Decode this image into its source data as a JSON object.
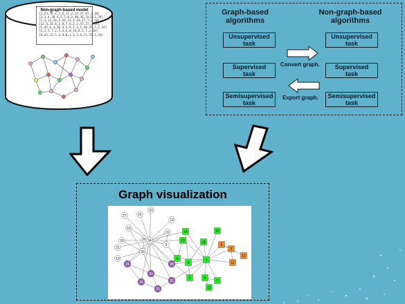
{
  "colors": {
    "background": "#5fb1cc",
    "ink": "#0b1b26",
    "green_node": "#22ee22",
    "orange_node": "#e88a2a",
    "purple_node": "#8f5bab"
  },
  "database": {
    "doc_title": "Non-graph-based model",
    "doc_lines": [
      "[1,23,34,4,5,6,17,2,24,37,87,2,34]",
      "[2,3,4,28,4,3,5,8,2,48,36,33,8,3,34]",
      "[1,3,23,34,4,36,12,3,34,27,7,2,34]",
      "[12,4,26,4,2,8,7,8,2,3,47,27,2,34]",
      "[5,45,6,3,36,4,5,8,1,3,5,34,37,7,2,34]",
      "[4,2,5,7,2,5,4,5,8,34,8,5,7,2,34]",
      "[6,43,22,5,3,4,8,1,3,3,6,71,73,2,34]"
    ]
  },
  "algorithms": {
    "left_header": "Graph-based\nalgorithms",
    "right_header": "Non-graph-based\nalgorithms",
    "left_tasks": [
      "Unsupervised\ntask",
      "Supervised\ntask",
      "Semisupervised\ntask"
    ],
    "right_tasks": [
      "Unsupervised\ntask",
      "Supervised\ntask",
      "Semisupervised\ntask"
    ],
    "convert_label": "Convert graph.",
    "export_label": "Export graph."
  },
  "visualization": {
    "title": "Graph visualization",
    "node_labels": [
      "27",
      "15",
      "23",
      "10",
      "16",
      "31",
      "20",
      "30",
      "34",
      "9",
      "21",
      "33",
      "19",
      "24",
      "26",
      "29",
      "25",
      "32",
      "28",
      "14",
      "13",
      "22",
      "18",
      "4",
      "3",
      "1",
      "2",
      "8",
      "12",
      "7",
      "6",
      "5",
      "17",
      "11"
    ]
  }
}
